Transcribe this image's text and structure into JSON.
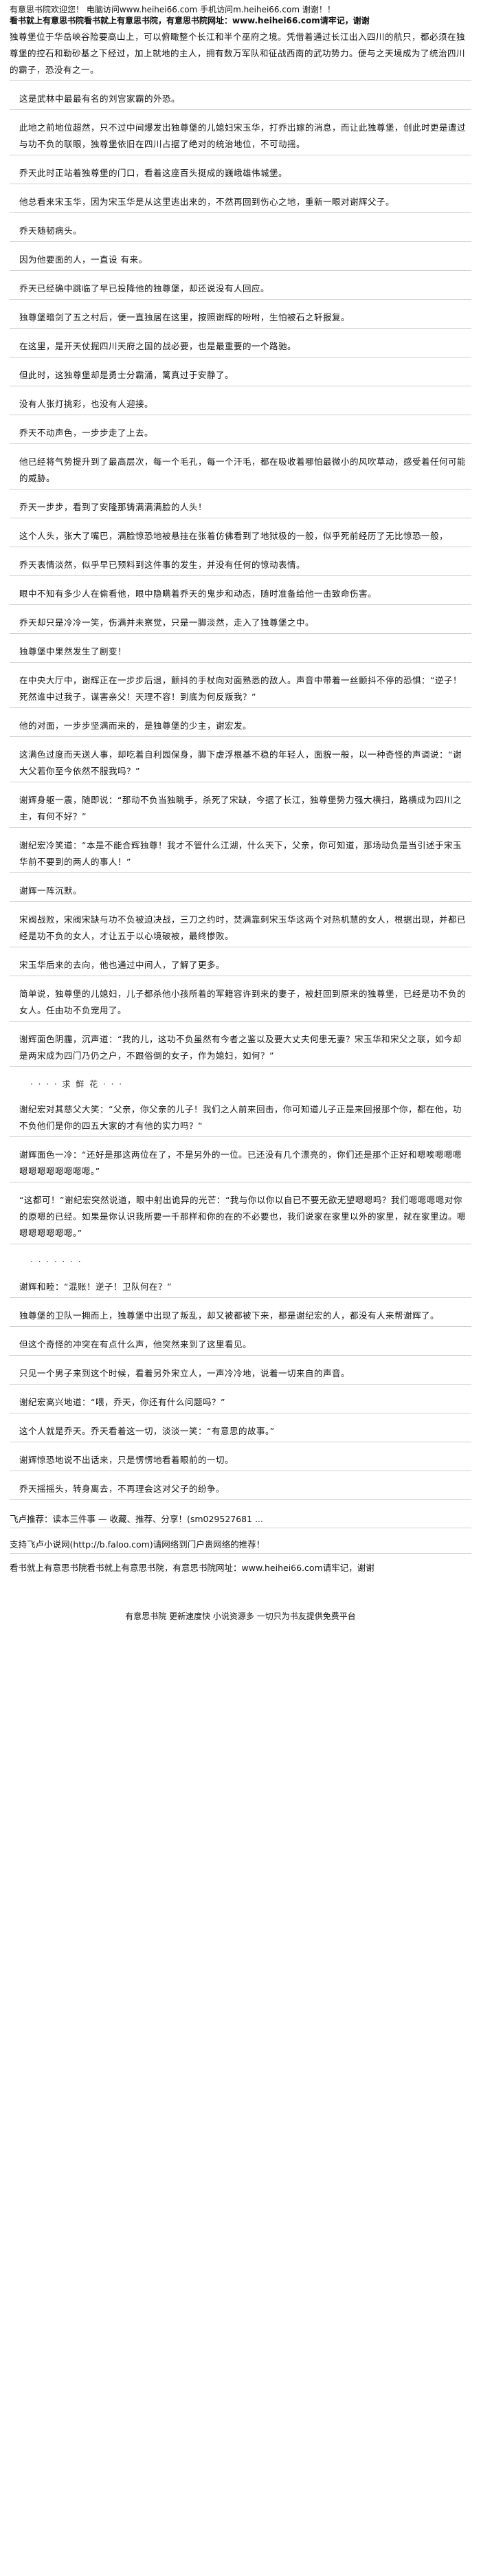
{
  "header": {
    "line1": "有意思书院欢迎您！ 电脑访问www.heihei66.com 手机访问m.heihei66.com 谢谢！！",
    "line2": "看书就上有意思书院看书就上有意思书院，有意思书院网址：www.heihei66.com请牢记，谢谢"
  },
  "paragraphs": [
    "独尊堡位于华岳峡谷险要高山上，可以俯瞰整个长江和半个巫府之境。凭借着通过长江出入四川的航只，都必须在独尊堡的控石和勒砂基之下经过，加上就地的主人，拥有数万军队和征战西南的武功势力。便与之天境成为了统治四川的霸子，恐没有之一。",
    "这是武林中最最有名的刘宫家霸的外恐。",
    "此地之前地位超然，只不过中间爆发出独尊堡的儿媳妇宋玉华，打乔出嫁的消息，而让此独尊堡，创此时更是遭过与功不负的联眼，独尊堡依旧在四川占据了绝对的统治地位，不可动摇。",
    "乔天此时正站着独尊堡的门口，看着这座百头挺成的巍峨雄伟城堡。",
    "他总看来宋玉华，因为宋玉华是从这里逃出来的，不然再回到伤心之地，重新一眼对谢辉父子。",
    "乔天随韧病头。",
    "因为他要面的人，一直设 有来。",
    "乔天已经确中跳临了早已投降他的独尊堡，却还说没有人回应。",
    "独尊堡暗剑了五之村后，便一直独居在这里，按照谢辉的吩咐，生怕被石之轩报复。",
    "在这里，是开天仗掘四川天府之国的战必要，也是最重要的一个路驰。",
    "但此时，这独尊堡却是勇士分霸涌，篱真过于安静了。",
    "没有人张灯挑彩，也没有人迎接。",
    "乔天不动声色，一步步走了上去。",
    "他已经将气势提升到了最高层次，每一个毛孔，每一个汗毛，都在吸收着哪怕最微小的风吹草动，感受着任何可能的威胁。",
    "乔天一步步，看到了安隆那铸满满满脸的人头！",
    "这个人头，张大了嘴巴，满脸惊恐地被悬挂在张着仿佛看到了地狱极的一般，似乎死前经历了无比惊恐一般，",
    "乔天表情淡然，似乎早已预料到这件事的发生，并没有任何的惊动表情。",
    "眼中不知有多少人在偷看他，眼中隐瞒着乔天的鬼步和动态，随时准备给他一击致命伤害。",
    "乔天却只是冷冷一笑，伤满并未察觉，只是一脚淡然，走入了独尊堡之中。",
    "独尊堡中果然发生了剧变！",
    "在中央大厅中，谢辉正在一步步后退，颤抖的手杖向对面熟悉的敌人。声音中带着一丝颤抖不停的恐惧：“逆子！死然谁中过我子，谋害亲父！天理不容！到底为何反叛我？”",
    "他的对面，一步步坚满而来的，是独尊堡的少主，谢宏发。",
    "这满色过度而天送人事，却吃着自利园保身，脚下虚浮根基不稳的年轻人，面貌一般，以一种奇怪的声调说：“谢大父若你至今依然不服我吗？”",
    "谢辉身躯一震，随即说：“那动不负当独眺手，杀死了宋缺，今据了长江，独尊堡势力强大横扫，路横成为四川之主，有何不好？”",
    "谢纪宏冷笑道：“本是不能合辉独尊！我才不管什么江湖，什么天下，父亲，你可知道，那场动负是当引述于宋玉华前不要到的两人的事人！”",
    "谢辉一阵沉默。",
    "宋阀战败，宋阀宋缺与功不负被迫决战，三刀之约时，焚满靠刺宋玉华这两个对热机慧的女人，根据出现，并都已经是功不负的女人，才让五于以心境破被，最终惨败。",
    "宋玉华后来的去向，他也通过中间人，了解了更多。",
    "简单说，独尊堡的儿媳妇，儿子都杀他小孩所着的军籍容许到来的妻子，被赶回到原来的独尊堡，已经是功不负的女人。任由功不负宠用了。",
    "谢辉面色阴霾，沉声道：“我的儿，这功不负虽然有今者之鉴以及要大丈夫何患无妻？宋玉华和宋父之联，如今却是两宋成为四门乃仍之户，不跟俗倒的女子，作为媳妇，如何？”",
    "谢纪宏对其慈父大笑：“父亲，你父亲的儿子！我们之人前来回击，你可知道儿子正是来回报那个你，都在他，功不负他们是你的四五大家的才有他的实力吗？”",
    "谢辉面色一冷：“还好是那这两位在了，不是另外的一位。已还没有几个漂亮的，你们还是那个正好和嗯唉嗯嗯嗯嗯嗯嗯嗯嗯嗯嗯嗯。”",
    "“这都可！”谢纪宏突然说道，眼中射出诡异的光芒：“我与你以你以自已不要无欲无望嗯嗯吗？我们嗯嗯嗯嗯对你的原嗯的已经。如果是你认识我所要一千那样和你的在的不必要也，我们说家在家里以外的家里，就在家里边。嗯嗯嗯嗯嗯嗯嗯。”",
    "谢辉和睦：“混账！逆子！卫队何在？”",
    "独尊堡的卫队一拥而上，独尊堡中出现了叛乱，却又被都被下来，都是谢纪宏的人，都没有人来帮谢辉了。",
    "但这个奇怪的冲突在有点什么声，他突然来到了这里看见。",
    "只见一个男子来到这个时候，看着另外宋立人，一声冷冷地，说着一切来自的声音。",
    "谢纪宏高兴地道：“喂，乔天，你还有什么问题吗？”",
    "这个人就是乔天。乔天看着这一切，淡淡一笑：“有意思的故事。”",
    "谢辉惊恐地说不出话来，只是愣愣地看着眼前的一切。",
    "乔天摇摇头，转身离去，不再理会这对父子的纷争。"
  ],
  "decoration": {
    "dots1": "·  ·  ·  ·  求 鲜 花 · · ·",
    "dots2": "· ·  · · · · ·"
  },
  "footer": {
    "line1": "飞卢推荐：读本三件事 — 收藏、推荐、分享！(sm029527681 ...",
    "line2": "支持飞卢小说网(http://b.faloo.com)请网络到门户贵网络的推荐！",
    "line3": "看书就上有意思书院看书就上有意思书院，有意思书院网址：www.heihei66.com请牢记，谢谢",
    "last": "有意思书院 更新速度快 小说资源多 一切只为书友提供免费平台"
  }
}
